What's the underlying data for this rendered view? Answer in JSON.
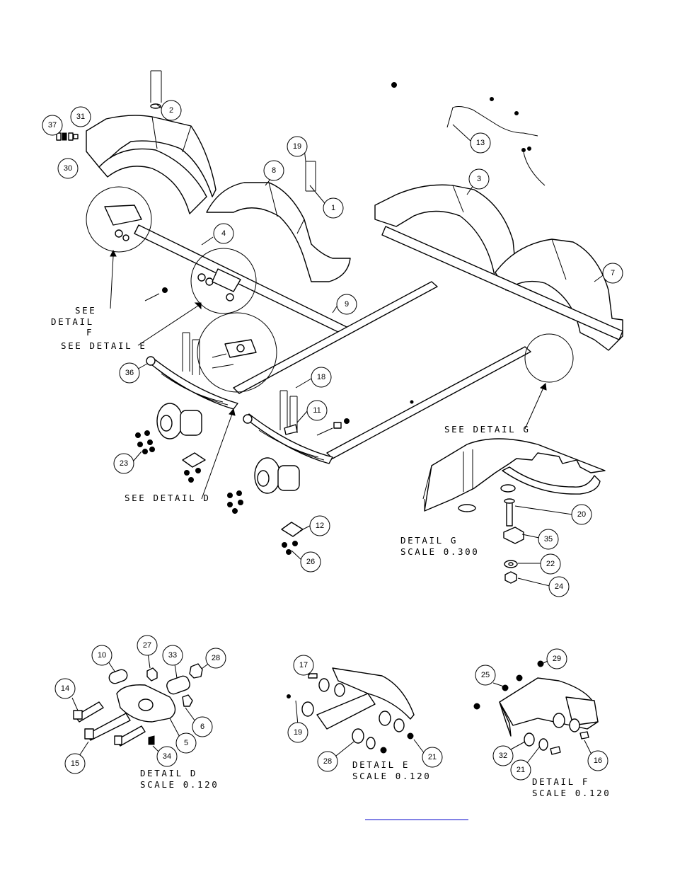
{
  "callouts": [
    {
      "id": "c1",
      "label": "1"
    },
    {
      "id": "c2",
      "label": "2"
    },
    {
      "id": "c3",
      "label": "3"
    },
    {
      "id": "c4",
      "label": "4"
    },
    {
      "id": "c5",
      "label": "5"
    },
    {
      "id": "c6",
      "label": "6"
    },
    {
      "id": "c7",
      "label": "7"
    },
    {
      "id": "c8",
      "label": "8"
    },
    {
      "id": "c9",
      "label": "9"
    },
    {
      "id": "c10",
      "label": "10"
    },
    {
      "id": "c11",
      "label": "11"
    },
    {
      "id": "c12",
      "label": "12"
    },
    {
      "id": "c13",
      "label": "13"
    },
    {
      "id": "c14",
      "label": "14"
    },
    {
      "id": "c15",
      "label": "15"
    },
    {
      "id": "c16",
      "label": "16"
    },
    {
      "id": "c17",
      "label": "17"
    },
    {
      "id": "c18",
      "label": "18"
    },
    {
      "id": "c19a",
      "label": "19"
    },
    {
      "id": "c19b",
      "label": "19"
    },
    {
      "id": "c20",
      "label": "20"
    },
    {
      "id": "c21a",
      "label": "21"
    },
    {
      "id": "c21b",
      "label": "21"
    },
    {
      "id": "c22",
      "label": "22"
    },
    {
      "id": "c23",
      "label": "23"
    },
    {
      "id": "c24",
      "label": "24"
    },
    {
      "id": "c25",
      "label": "25"
    },
    {
      "id": "c26",
      "label": "26"
    },
    {
      "id": "c27",
      "label": "27"
    },
    {
      "id": "c28a",
      "label": "28"
    },
    {
      "id": "c28b",
      "label": "28"
    },
    {
      "id": "c29",
      "label": "29"
    },
    {
      "id": "c30",
      "label": "30"
    },
    {
      "id": "c31",
      "label": "31"
    },
    {
      "id": "c32",
      "label": "32"
    },
    {
      "id": "c33",
      "label": "33"
    },
    {
      "id": "c34",
      "label": "34"
    },
    {
      "id": "c35",
      "label": "35"
    },
    {
      "id": "c36",
      "label": "36"
    },
    {
      "id": "c37",
      "label": "37"
    }
  ],
  "labels": {
    "see_detail_f_line1": "SEE",
    "see_detail_f_line2": "DETAIL",
    "see_detail_f_line3": "F",
    "see_detail_e": "SEE DETAIL E",
    "see_detail_d": "SEE DETAIL D",
    "see_detail_g": "SEE DETAIL G",
    "detail_g_title": "DETAIL G",
    "detail_g_scale": "SCALE 0.300",
    "detail_d_title": "DETAIL D",
    "detail_d_scale": "SCALE 0.120",
    "detail_e_title": "DETAIL E",
    "detail_e_scale": "SCALE 0.120",
    "detail_f_title": "DETAIL F",
    "detail_f_scale": "SCALE 0.120"
  },
  "colors": {
    "ink": "#000000",
    "paper": "#ffffff",
    "link_underline": "#0000cc"
  }
}
